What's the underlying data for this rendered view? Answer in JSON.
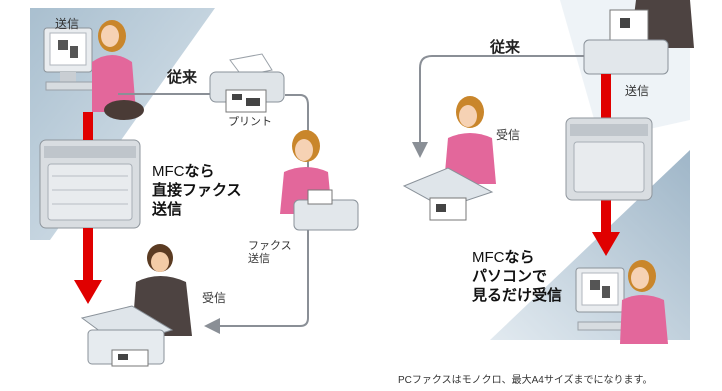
{
  "left": {
    "send_label": "送信",
    "conventional": "従来",
    "print_label": "プリント",
    "fax_send_label": "ファクス\n送信",
    "receive_label": "受信",
    "mfc_line1_a": "MFC",
    "mfc_line1_b": "なら",
    "mfc_line2": "直接ファクス",
    "mfc_line3": "送信"
  },
  "right": {
    "conventional": "従来",
    "receive_label": "受信",
    "send_label": "送信",
    "mfc_line1_a": "MFC",
    "mfc_line1_b": "なら",
    "mfc_line2": "パソコンで",
    "mfc_line3": "見るだけ受信"
  },
  "footnote": "PCファクスはモノクロ、最大A4サイズまでになります。",
  "colors": {
    "panel": "#b9cbd8",
    "panel_light": "#dde6ee",
    "arrow_red": "#e00000",
    "arrow_gray": "#8a8f96"
  }
}
